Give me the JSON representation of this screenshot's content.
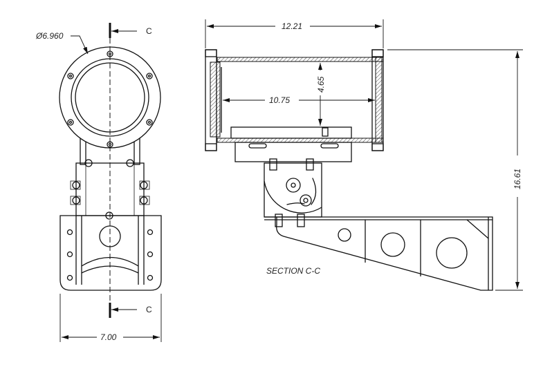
{
  "drawing": {
    "front_view": {
      "diameter_label": "Ø6.960",
      "section_mark_top": "C",
      "section_mark_bottom": "C",
      "width_dimension": "7.00"
    },
    "section_view": {
      "title": "SECTION C-C",
      "overall_length": "12.21",
      "overall_height": "16.61",
      "inner_length": "10.75",
      "inner_height": "4.65"
    }
  }
}
